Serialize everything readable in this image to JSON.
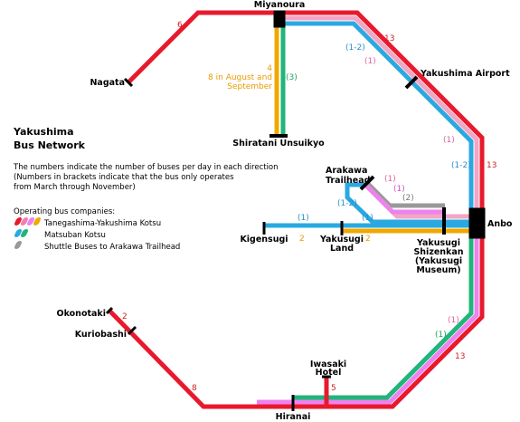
{
  "title": {
    "line1": "Yakushima",
    "line2": "Bus Network"
  },
  "description": [
    "The numbers indicate the number of buses per day in each direction",
    "(Numbers in brackets indicate that the bus only operates",
    "from March through November)"
  ],
  "legend": {
    "heading": "Operating bus companies:",
    "items": [
      {
        "label": "Tanegashima-Yakushima Kotsu",
        "colors": [
          "#e8192c",
          "#ef7fb0",
          "#ee82ee",
          "#f0a800"
        ]
      },
      {
        "label": "Matsuban Kotsu",
        "colors": [
          "#2aa9e0",
          "#21b57a"
        ]
      },
      {
        "label": "Shuttle Buses to Arakawa Trailhead",
        "colors": [
          "#999999"
        ]
      }
    ]
  },
  "stops": {
    "miyanoura": "Miyanoura",
    "nagata": "Nagata",
    "shiratani": "Shiratani Unsuikyo",
    "airport": "Yakushima Airport",
    "arakawa_1": "Arakawa",
    "arakawa_2": "Trailhead",
    "anbo": "Anbo",
    "kigensugi": "Kigensugi",
    "yakusugi_land_1": "Yakusugi",
    "yakusugi_land_2": "Land",
    "shizenkan_1": "Yakusugi",
    "shizenkan_2": "Shizenkan",
    "shizenkan_3": "(Yakusugi",
    "shizenkan_4": "Museum)",
    "okonotaki": "Okonotaki",
    "kuriobashi": "Kuriobashi",
    "iwasaki_1": "Iwasaki",
    "iwasaki_2": "Hotel",
    "hiranai": "Hiranai"
  },
  "counts": {
    "nagata_miyanoura": "6",
    "north_red": "13",
    "north_blue": "(1-2)",
    "north_pink": "(1)",
    "shiratani_orange": "4",
    "shiratani_orange_note_1": "8 in August and",
    "shiratani_orange_note_2": "September",
    "shiratani_green": "(3)",
    "east_pink": "(1)",
    "east_blue": "(1-2)",
    "east_red": "13",
    "arakawa_pink": "(1)",
    "arakawa_magenta": "(1)",
    "arakawa_gray": "(2)",
    "arakawa_blue": "(1-2)",
    "kigensugi_blue": "(1)",
    "kigensugi_orange": "2",
    "land_blue": "(1)",
    "land_orange": "2",
    "south_pink": "(1)",
    "south_green": "(1)",
    "south_red": "13",
    "okonotaki_red": "2",
    "west_red": "8",
    "iwasaki_red": "5"
  },
  "colors": {
    "red": "#e8192c",
    "pink": "#f2a6c4",
    "magenta": "#ee82ee",
    "orange": "#f0a800",
    "blue": "#2aa9e0",
    "green": "#21b57a",
    "gray": "#999999",
    "stop": "#000000",
    "count_red": "#cc2222",
    "count_orange": "#e89b00",
    "count_blue": "#2a8fd0",
    "count_green": "#1aa35f",
    "count_pink": "#e065a0",
    "count_magenta": "#cc55cc",
    "count_gray": "#777777"
  }
}
